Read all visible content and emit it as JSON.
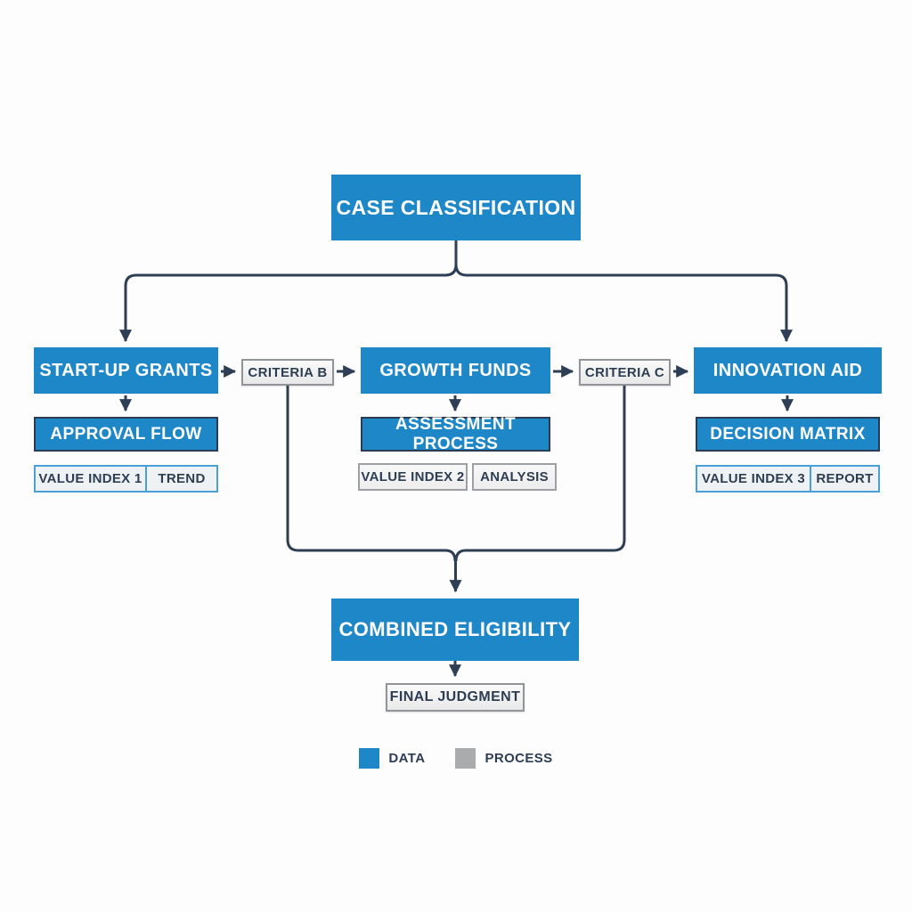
{
  "diagram": {
    "title_node": "CASE CLASSIFICATION",
    "branches": [
      {
        "program": "START-UP GRANTS",
        "process": "APPROVAL FLOW",
        "value_index": "VALUE INDEX 1",
        "metric": "TREND"
      },
      {
        "program": "GROWTH FUNDS",
        "process": "ASSESSMENT PROCESS",
        "value_index": "VALUE INDEX 2",
        "metric": "ANALYSIS"
      },
      {
        "program": "INNOVATION AID",
        "process": "DECISION MATRIX",
        "value_index": "VALUE INDEX 3",
        "metric": "REPORT"
      }
    ],
    "criteria": [
      {
        "label": "CRITERIA B"
      },
      {
        "label": "CRITERIA C"
      }
    ],
    "merge_node": "COMBINED ELIGIBILITY",
    "final_node": "FINAL JUDGMENT"
  },
  "legend": {
    "items": [
      {
        "label": "DATA",
        "color": "#1e87c8"
      },
      {
        "label": "PROCESS",
        "color": "#a9abad"
      }
    ]
  },
  "palette": {
    "data_blue": "#1e87c8",
    "process_gray": "#a9abad",
    "line_navy": "#2e3f55",
    "text_navy": "#2d3e53",
    "value_border_blue": "#4a9fd6",
    "box_border_gray": "#919599",
    "background": "#fdfdfd"
  }
}
